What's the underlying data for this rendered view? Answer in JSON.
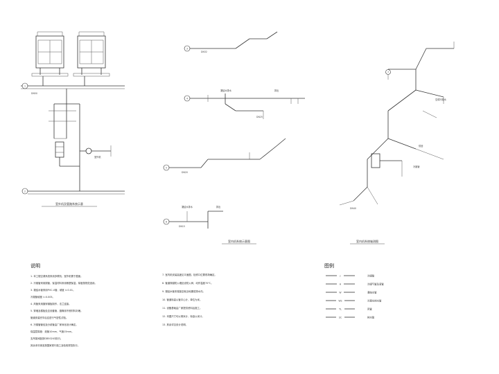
{
  "drawing": {
    "left_title": "室外机及管路系统示意",
    "mid_title": "室内机系统示意图",
    "right_title": "室内机系统轴测图",
    "notes_heading": "说明",
    "legend_heading": "图例"
  },
  "labels": {
    "cond_top": "凝结水排水",
    "outlet_top": "排出",
    "cond_low": "凝结水排水",
    "outlet_low": "排出",
    "riser_left": "室外机",
    "right_label_a": "空调冷凝水",
    "right_label_b": "供回",
    "right_label_c": "冷媒管"
  },
  "bubbles": {
    "b1": "1",
    "b2": "2",
    "b3": "3",
    "b4": "4",
    "b5": "5",
    "b6": "6",
    "b7": "7"
  },
  "notes_left": [
    "1. 本工程空调系统采用多联机，室外机置于屋面。",
    "2. 冷媒管采用铜管，保温材料采用橡塑保温，厚度按规范选用。",
    "3. 凝结水管采用PVC-U管，坡度 i=0.01。",
    "   冷凝管坡度 i=0.005。",
    "4. 风管采用镀锌钢板制作，法兰连接。",
    "5. 穿墙及楼板处应设套管，缝隙用不燃材料封堵。",
    "   管道安装完毕后应进行气密性试验。",
    "6. 冷媒管管径及分歧管由厂家深化设计确定。",
    "   保温层厚度：液管10mm，气管15mm。",
    "   支吊架间距按GB50243执行。",
    "   其余未尽事宜按国家现行施工及验收规范执行。"
  ],
  "notes_right": [
    "7. 室内机安装高度见平面图，检修口位置现场确定。",
    "8. 管道穿越防火墙处设防火阀，动作温度70℃。",
    "9. 凝结水管末端接至就近地漏或排水沟。",
    "10. 管道标高以管中心计，单位为米。",
    "11. 设备基础由厂家提供资料后施工。",
    "12. 本图尺寸均以毫米计，标高以米计。",
    "13. 其余详见设计说明。"
  ],
  "legend": [
    {
      "code": "J",
      "desc": "冷媒管"
    },
    {
      "code": "H",
      "desc": "冷媒气管及液管"
    },
    {
      "code": "W",
      "desc": "凝结水管"
    },
    {
      "code": "WS",
      "desc": "冷凝水排水管"
    },
    {
      "code": "YL",
      "desc": "风管"
    },
    {
      "code": "SC",
      "desc": "排水管"
    }
  ],
  "dims": {
    "d1": "DN32",
    "d2": "DN25",
    "d3": "DN20",
    "d4": "DN15",
    "d5": "DN40",
    "d6": "DN50"
  }
}
